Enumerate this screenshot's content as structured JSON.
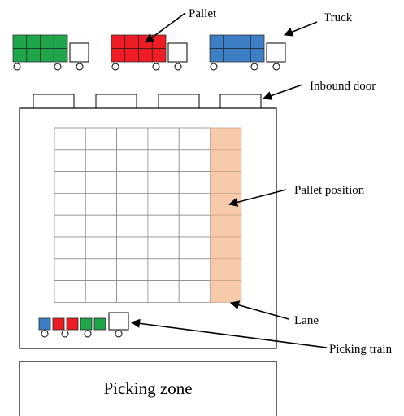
{
  "labels": {
    "pallet": "Pallet",
    "truck": "Truck",
    "inbound_door": "Inbound door",
    "pallet_position": "Pallet position",
    "lane": "Lane",
    "picking_train": "Picking train",
    "picking_zone": "Picking zone"
  },
  "colors": {
    "truck_green": "#1fa64a",
    "truck_red": "#ee1c24",
    "truck_blue": "#3d7fc4",
    "lane_fill": "#f7cba9",
    "outline": "#000000",
    "grid_line": "#8c8c8c"
  },
  "trucks": [
    {
      "color": "truck_green"
    },
    {
      "color": "truck_red"
    },
    {
      "color": "truck_blue"
    }
  ],
  "train_cars": [
    "truck_blue",
    "truck_red",
    "truck_red",
    "truck_green",
    "truck_green"
  ],
  "grid": {
    "rows": 8,
    "cols": 6,
    "lane_col": 5
  },
  "inbound_door_count": 4
}
